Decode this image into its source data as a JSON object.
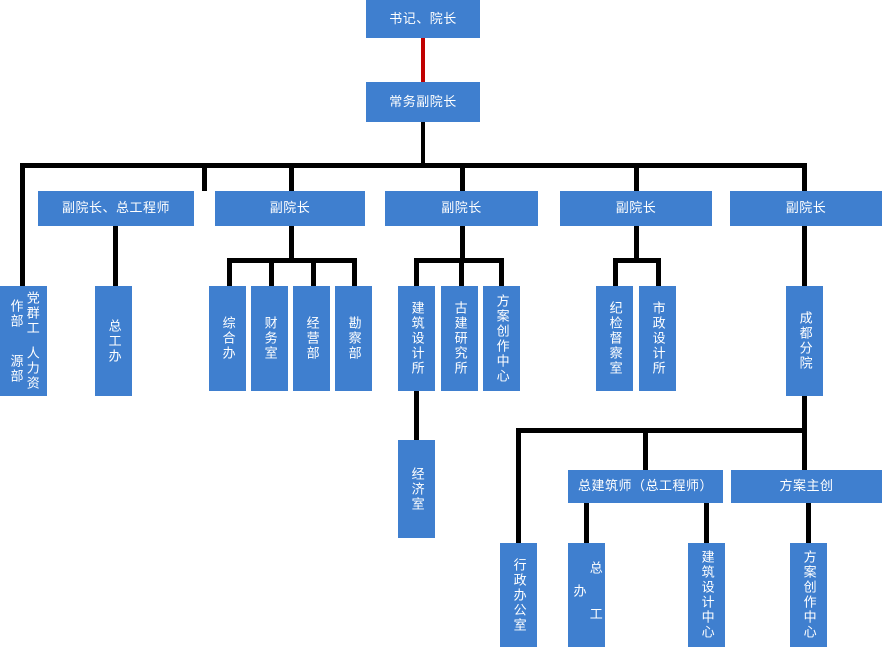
{
  "chart_data": {
    "type": "diagram",
    "title": "",
    "diagram_kind": "organization-chart",
    "colors": {
      "node_fill": "#3F7FCF",
      "node_text": "#FFFFFF",
      "connector": "#000000",
      "top_connector": "#C00000",
      "background": "#FFFFFF"
    },
    "nodes": [
      {
        "id": "n1",
        "label": "书记、院长",
        "level": 0,
        "orientation": "horizontal"
      },
      {
        "id": "n2",
        "label": "常务副院长",
        "level": 1,
        "orientation": "horizontal"
      },
      {
        "id": "n3",
        "label": "副院长、总工程师",
        "level": 2,
        "orientation": "horizontal"
      },
      {
        "id": "n4",
        "label": "副院长",
        "level": 2,
        "orientation": "horizontal"
      },
      {
        "id": "n5",
        "label": "副院长",
        "level": 2,
        "orientation": "horizontal"
      },
      {
        "id": "n6",
        "label": "副院长",
        "level": 2,
        "orientation": "horizontal"
      },
      {
        "id": "n7",
        "label": "副院长",
        "level": 2,
        "orientation": "horizontal"
      },
      {
        "id": "n8a",
        "label": "党群工作部",
        "level": 3,
        "orientation": "vertical"
      },
      {
        "id": "n8b",
        "label": "人力资源部",
        "level": 3,
        "orientation": "vertical"
      },
      {
        "id": "n9",
        "label": "总工办",
        "level": 3,
        "orientation": "vertical"
      },
      {
        "id": "n10",
        "label": "综合办",
        "level": 3,
        "orientation": "vertical"
      },
      {
        "id": "n11",
        "label": "财务室",
        "level": 3,
        "orientation": "vertical"
      },
      {
        "id": "n12",
        "label": "经营部",
        "level": 3,
        "orientation": "vertical"
      },
      {
        "id": "n13",
        "label": "勘察部",
        "level": 3,
        "orientation": "vertical"
      },
      {
        "id": "n14",
        "label": "建筑设计所",
        "level": 3,
        "orientation": "vertical"
      },
      {
        "id": "n15",
        "label": "古建研究所",
        "level": 3,
        "orientation": "vertical"
      },
      {
        "id": "n16",
        "label": "方案创作中心",
        "level": 3,
        "orientation": "vertical"
      },
      {
        "id": "n17",
        "label": "纪检督察室",
        "level": 3,
        "orientation": "vertical"
      },
      {
        "id": "n18",
        "label": "市政设计所",
        "level": 3,
        "orientation": "vertical"
      },
      {
        "id": "n19",
        "label": "成都分院",
        "level": 3,
        "orientation": "vertical"
      },
      {
        "id": "n20",
        "label": "经济室",
        "level": 4,
        "orientation": "vertical"
      },
      {
        "id": "n21",
        "label": "总建筑师（总工程师）",
        "level": 4,
        "orientation": "horizontal"
      },
      {
        "id": "n22",
        "label": "方案主创",
        "level": 4,
        "orientation": "horizontal"
      },
      {
        "id": "n23",
        "label": "行政办公室",
        "level": 5,
        "orientation": "vertical"
      },
      {
        "id": "n24",
        "label": "总工办",
        "level": 5,
        "orientation": "vertical"
      },
      {
        "id": "n25",
        "label": "建筑设计中心",
        "level": 5,
        "orientation": "vertical"
      },
      {
        "id": "n26",
        "label": "方案创作中心",
        "level": 5,
        "orientation": "vertical"
      }
    ],
    "edges": [
      {
        "from": "n1",
        "to": "n2",
        "color": "#C00000"
      },
      {
        "from": "n2",
        "to": "n3"
      },
      {
        "from": "n2",
        "to": "n4"
      },
      {
        "from": "n2",
        "to": "n5"
      },
      {
        "from": "n2",
        "to": "n6"
      },
      {
        "from": "n2",
        "to": "n7"
      },
      {
        "from": "n2",
        "to": "n8a"
      },
      {
        "from": "n3",
        "to": "n9"
      },
      {
        "from": "n4",
        "to": "n10"
      },
      {
        "from": "n4",
        "to": "n11"
      },
      {
        "from": "n4",
        "to": "n12"
      },
      {
        "from": "n4",
        "to": "n13"
      },
      {
        "from": "n5",
        "to": "n14"
      },
      {
        "from": "n5",
        "to": "n15"
      },
      {
        "from": "n5",
        "to": "n16"
      },
      {
        "from": "n6",
        "to": "n17"
      },
      {
        "from": "n6",
        "to": "n18"
      },
      {
        "from": "n7",
        "to": "n19"
      },
      {
        "from": "n14",
        "to": "n20"
      },
      {
        "from": "n19",
        "to": "n23"
      },
      {
        "from": "n19",
        "to": "n21"
      },
      {
        "from": "n19",
        "to": "n22"
      },
      {
        "from": "n21",
        "to": "n24"
      },
      {
        "from": "n21",
        "to": "n25"
      },
      {
        "from": "n22",
        "to": "n26"
      }
    ]
  },
  "org": {
    "top": {
      "director": "书记、院长",
      "executive_vp": "常务副院长"
    },
    "vps": [
      {
        "label": "副院长、总工程师"
      },
      {
        "label": "副院长"
      },
      {
        "label": "副院长"
      },
      {
        "label": "副院长"
      },
      {
        "label": "副院长"
      }
    ],
    "departments": {
      "party_affairs": "党群工作部",
      "human_resources": "人力资源部",
      "chief_engineer_office": "总工办",
      "general_office": "综合办",
      "finance_office": "财务室",
      "operations_dept": "经营部",
      "survey_dept": "勘察部",
      "architecture_institute": "建筑设计所",
      "heritage_institute": "古建研究所",
      "scheme_creation_center": "方案创作中心",
      "discipline_inspection": "纪检督察室",
      "municipal_institute": "市政设计所",
      "chengdu_branch": "成都分院",
      "economics_office": "经济室"
    },
    "chengdu": {
      "chief_architect": "总建筑师（总工程师）",
      "scheme_lead": "方案主创",
      "admin_office": "行政办公室",
      "chief_engineer_office": "总 工 办",
      "architecture_design_center": "建筑设计中心",
      "scheme_creation_center": "方案创作中心"
    }
  }
}
